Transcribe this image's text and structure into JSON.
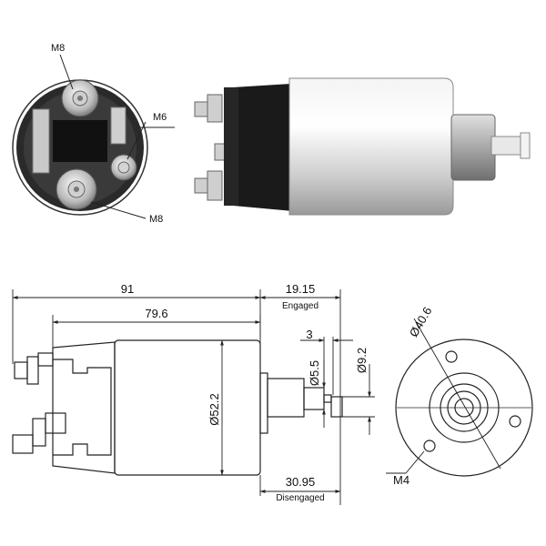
{
  "photo_labels": {
    "top_terminal": "M8",
    "side_terminal": "M6",
    "bottom_terminal": "M8"
  },
  "dimensions": {
    "overall_length": "91",
    "body_length": "79.6",
    "engaged_travel": "19.15",
    "engaged_label": "Engaged",
    "disengaged_travel": "30.95",
    "disengaged_label": "Disengaged",
    "plunger_offset": "3",
    "plunger_diameter": "Ø5.5",
    "tip_diameter": "Ø9.2",
    "body_diameter": "Ø52.2",
    "bolt_circle": "Ø40.6",
    "mount_thread": "M4"
  },
  "colors": {
    "line": "#222222",
    "body_silver": "#d9d9d9",
    "dark_cap": "#1a1a1a"
  }
}
